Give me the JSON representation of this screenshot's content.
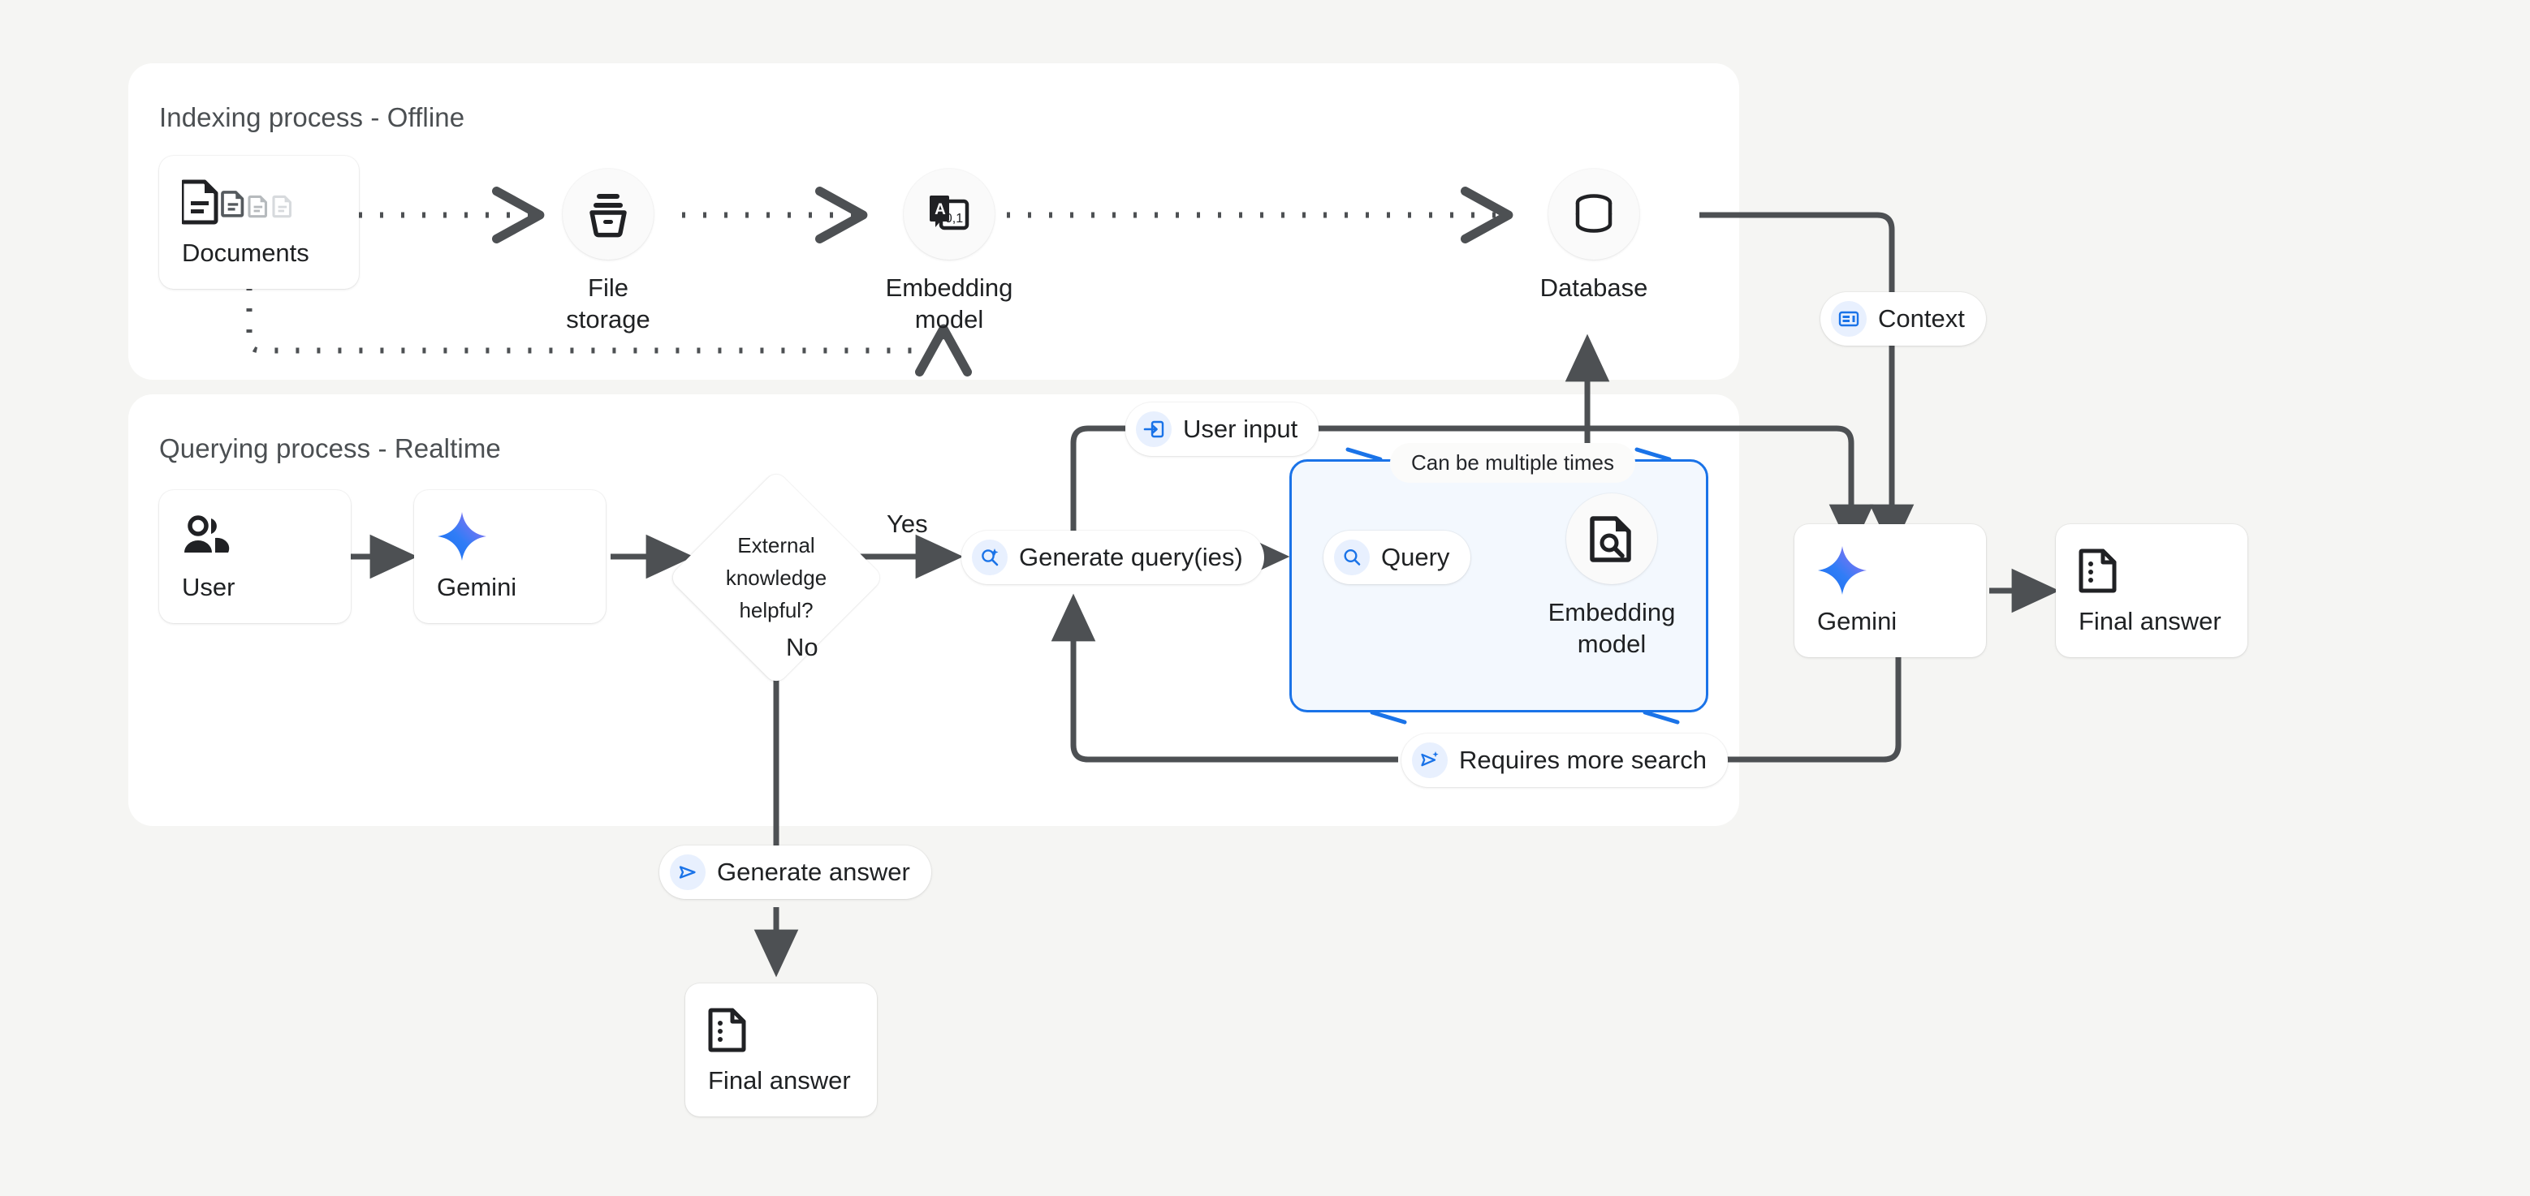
{
  "canvas": {
    "background": "#f5f5f3",
    "accent_blue": "#1a73e8",
    "line_gray": "#4d5053"
  },
  "panels": [
    {
      "id": "indexing",
      "title": "Indexing process - Offline"
    },
    {
      "id": "querying",
      "title": "Querying process - Realtime"
    }
  ],
  "indexing": {
    "nodes": [
      {
        "id": "documents",
        "label": "Documents",
        "icon": "documents-icon",
        "shape": "card"
      },
      {
        "id": "file-storage",
        "label": "File storage",
        "icon": "file-storage-icon",
        "shape": "circle"
      },
      {
        "id": "embedding-model",
        "label": "Embedding model",
        "icon": "translate-embedding-icon",
        "shape": "circle"
      },
      {
        "id": "database",
        "label": "Database",
        "icon": "database-icon",
        "shape": "circle"
      }
    ]
  },
  "querying": {
    "nodes": [
      {
        "id": "user",
        "label": "User",
        "icon": "users-icon",
        "shape": "card"
      },
      {
        "id": "gemini-left",
        "label": "Gemini",
        "icon": "gemini-sparkle-icon",
        "shape": "card"
      },
      {
        "id": "embedding-model-2",
        "label": "Embedding\nmodel",
        "icon": "document-search-icon",
        "shape": "circle"
      },
      {
        "id": "gemini-right",
        "label": "Gemini",
        "icon": "gemini-sparkle-icon",
        "shape": "card"
      },
      {
        "id": "final-answer-right",
        "label": "Final answer",
        "icon": "answer-doc-icon",
        "shape": "card"
      },
      {
        "id": "final-answer-bottom",
        "label": "Final answer",
        "icon": "answer-doc-icon",
        "shape": "card"
      }
    ],
    "decision": {
      "id": "external-knowledge",
      "text_lines": [
        "External",
        "knowledge",
        "helpful?"
      ]
    },
    "branch_labels": {
      "yes": "Yes",
      "no": "No"
    },
    "chips": [
      {
        "id": "context",
        "label": "Context",
        "icon": "context-panel-icon"
      },
      {
        "id": "user-input",
        "label": "User input",
        "icon": "input-arrow-icon"
      },
      {
        "id": "generate-queries",
        "label": "Generate query(ies)",
        "icon": "search-spark-icon"
      },
      {
        "id": "query",
        "label": "Query",
        "icon": "search-icon"
      },
      {
        "id": "requires-more-search",
        "label": "Requires more search",
        "icon": "send-spark-icon"
      },
      {
        "id": "generate-answer",
        "label": "Generate answer",
        "icon": "send-icon"
      }
    ],
    "loop_note": "Can be multiple times"
  }
}
